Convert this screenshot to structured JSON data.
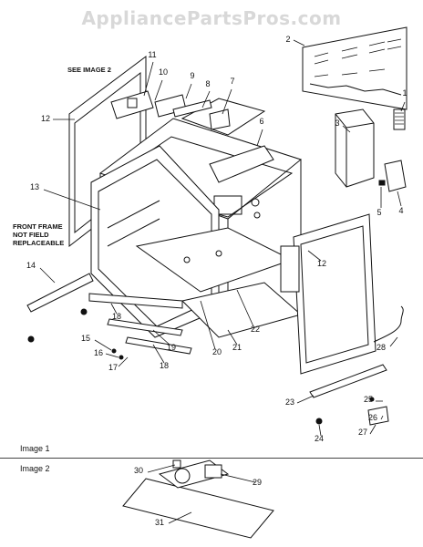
{
  "watermark": "AppliancePartsPros.com",
  "notes": {
    "see_image_2": "SEE IMAGE 2",
    "front_frame": [
      "FRONT FRAME",
      "NOT FIELD",
      "REPLACEABLE"
    ]
  },
  "image_labels": {
    "image1": "Image 1",
    "image2": "Image 2"
  },
  "callouts": [
    "1",
    "2",
    "3",
    "4",
    "5",
    "6",
    "7",
    "8",
    "9",
    "10",
    "11",
    "12",
    "12",
    "13",
    "14",
    "15",
    "16",
    "17",
    "18",
    "18",
    "19",
    "20",
    "21",
    "22",
    "23",
    "24",
    "25",
    "26",
    "27",
    "28",
    "29",
    "30",
    "31"
  ],
  "colors": {
    "line": "#111111",
    "watermark": "#d8d8d8",
    "background": "#ffffff"
  }
}
